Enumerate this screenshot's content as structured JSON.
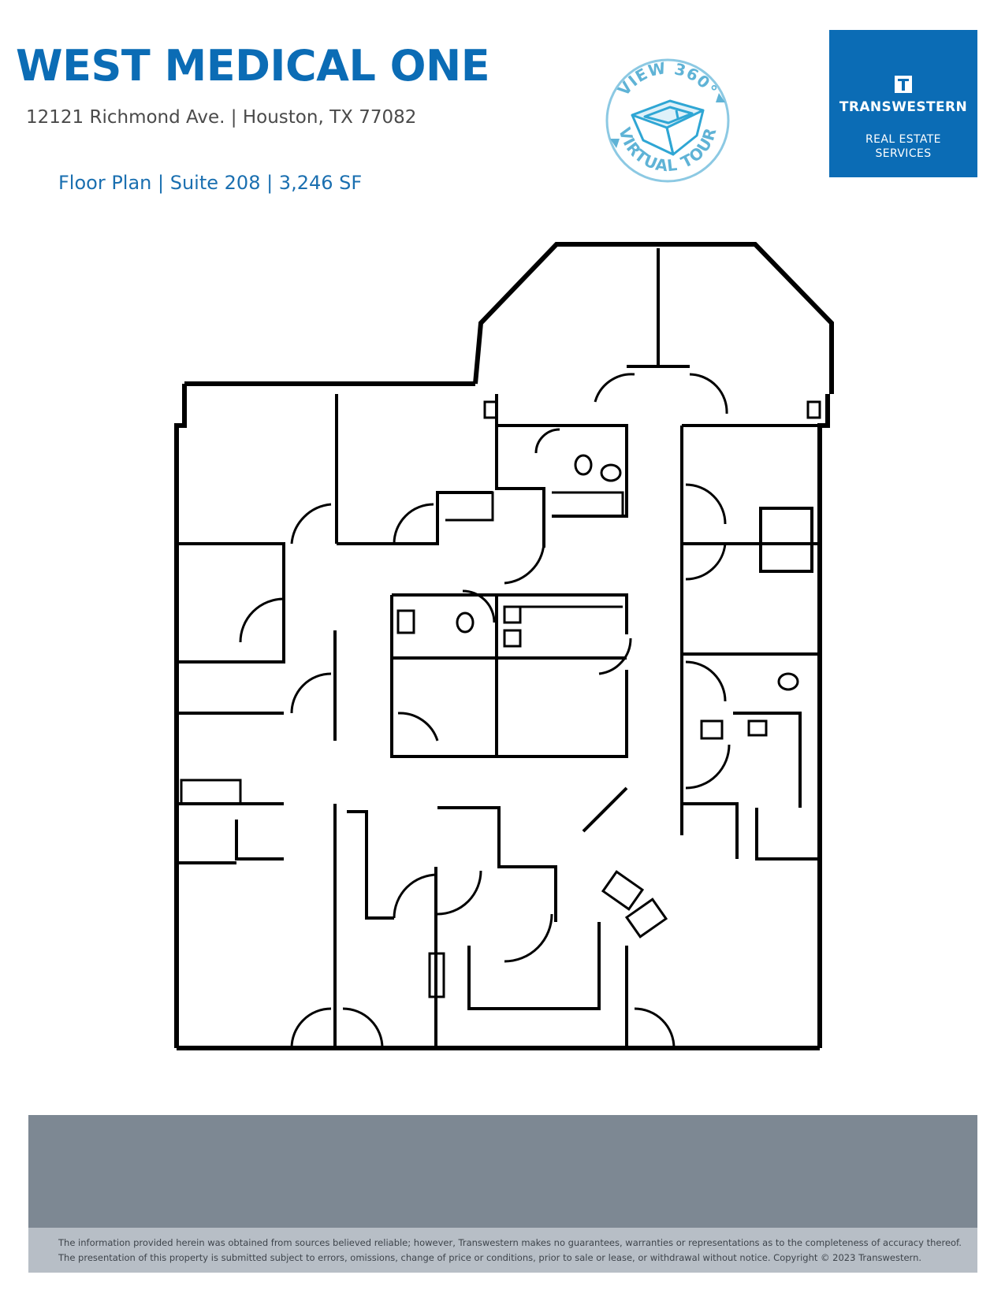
{
  "header": {
    "title": "WEST MEDICAL ONE",
    "address": "12121 Richmond Ave. | Houston, TX 77082",
    "subtitle": "Floor Plan | Suite 208 | 3,246 SF"
  },
  "virtual_tour_badge": {
    "top_text": "VIEW 360°",
    "bottom_text": "VIRTUAL TOUR",
    "color": "#5fb3d6",
    "icon": "room-3d-icon"
  },
  "logo": {
    "name": "TRANSWESTERN",
    "tagline_line1": "REAL ESTATE",
    "tagline_line2": "SERVICES",
    "background": "#0b6cb5"
  },
  "footer": {
    "band_color": "#7d8893",
    "disclaimer_line1": "The information provided herein was obtained from sources believed reliable; however, Transwestern makes no guarantees, warranties or representations as to the completeness of accuracy thereof.",
    "disclaimer_line2": "The presentation of this property is submitted subject to errors, omissions, change of price or conditions, prior to sale or lease, or withdrawal without notice. Copyright © 2023 Transwestern."
  }
}
